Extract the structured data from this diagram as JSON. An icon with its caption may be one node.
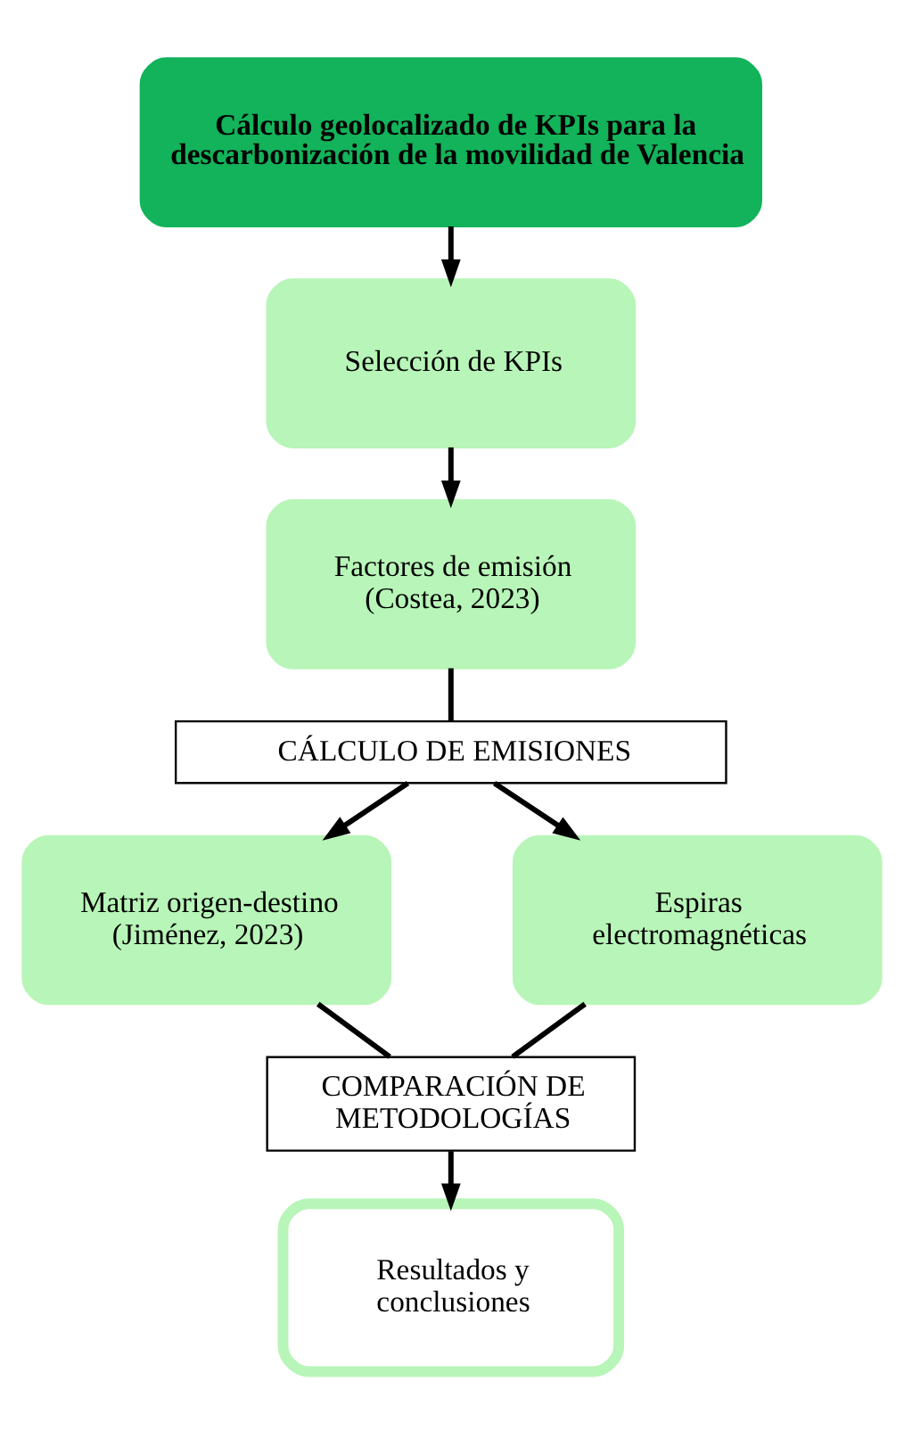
{
  "diagram": {
    "nodes": [
      {
        "text": [
          "Cálculo geolocalizado de KPIs para la descarbonización de la movilidad de Valencia"
        ]
      },
      {
        "text": [
          "Selección de KPIs"
        ]
      },
      {
        "text": [
          "Factores de emisión (Costea, 2023)"
        ]
      },
      {
        "text": [
          "CÁLCULO DE EMISIONES"
        ]
      },
      {
        "text": [
          "Matriz origen-destino (Jiménez, 2023)"
        ]
      },
      {
        "text": [
          "Espiras electromagnéticas"
        ]
      },
      {
        "text": [
          "COMPARACIÓN DE METODOLOGÍAS"
        ]
      },
      {
        "text": [
          "Resultados y conclusiones"
        ]
      }
    ],
    "edges": [
      {
        "from": 0,
        "to": 1,
        "arrow": "to"
      },
      {
        "from": 1,
        "to": 2,
        "arrow": "to"
      },
      {
        "from": 2,
        "to": 3,
        "arrow": "none"
      },
      {
        "from": 3,
        "to": 4,
        "arrow": "to"
      },
      {
        "from": 3,
        "to": 5,
        "arrow": "to"
      },
      {
        "from": 4,
        "to": 6,
        "arrow": "none"
      },
      {
        "from": 5,
        "to": 6,
        "arrow": "none"
      },
      {
        "from": 6,
        "to": 7,
        "arrow": "to"
      }
    ]
  }
}
